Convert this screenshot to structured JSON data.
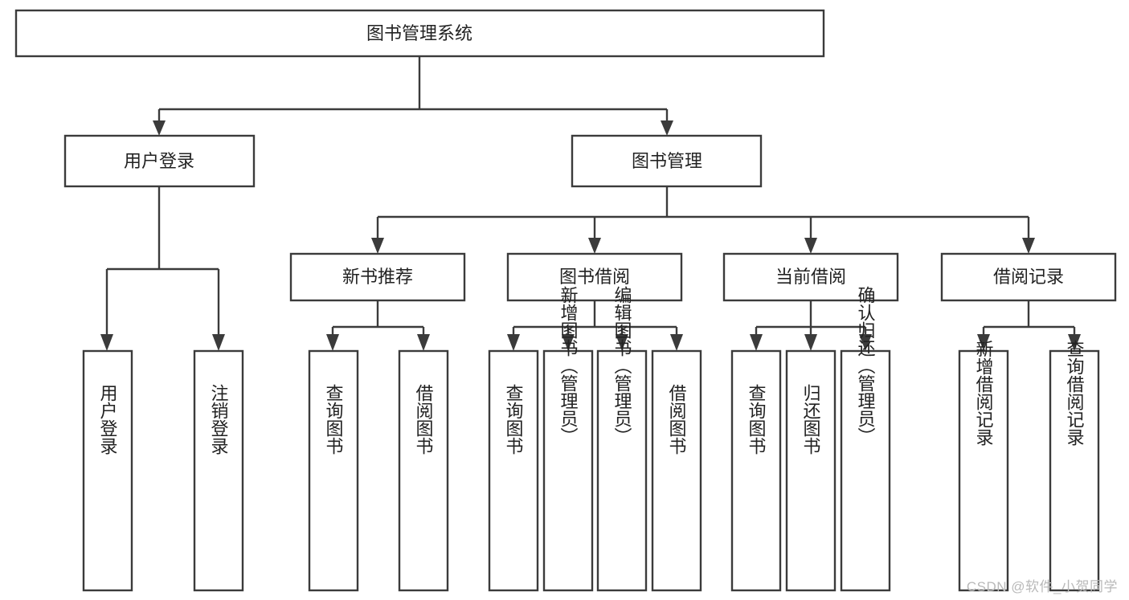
{
  "diagram": {
    "type": "tree",
    "title": "图书管理系统",
    "orientation": "top-down",
    "watermark": "CSDN @软件_小贺同学",
    "colors": {
      "box_stroke": "#3b3b3b",
      "box_fill": "#ffffff",
      "connector": "#3b3b3b",
      "text": "#222222",
      "background": "#ffffff",
      "watermark": "#b9b9b9"
    },
    "levels": {
      "root": {
        "label": "图书管理系统"
      },
      "level2": [
        {
          "label": "用户登录"
        },
        {
          "label": "图书管理"
        }
      ],
      "level3": [
        {
          "label": "新书推荐"
        },
        {
          "label": "图书借阅"
        },
        {
          "label": "当前借阅"
        },
        {
          "label": "借阅记录"
        }
      ]
    },
    "nodes": {
      "root": "图书管理系统",
      "user_login": "用户登录",
      "book_manage": "图书管理",
      "new_book_recommend": "新书推荐",
      "book_borrow": "图书借阅",
      "current_borrow": "当前借阅",
      "borrow_record": "借阅记录",
      "leaf_user_login": "用户登录",
      "leaf_logout_login": "注销登录",
      "leaf_query_book_1": "查询图书",
      "leaf_borrow_book_1": "借阅图书",
      "leaf_query_book_2": "查询图书",
      "leaf_add_book_admin": "新增图书（管理员）",
      "leaf_edit_book_admin": "编辑图书（管理员）",
      "leaf_borrow_book_2": "借阅图书",
      "leaf_query_book_3": "查询图书",
      "leaf_return_book": "归还图书",
      "leaf_confirm_return_admin": "确认归还（管理员）",
      "leaf_add_borrow_record": "新增借阅记录",
      "leaf_query_borrow_record": "查询借阅记录"
    },
    "edges": [
      {
        "from": "图书管理系统",
        "to": "用户登录"
      },
      {
        "from": "图书管理系统",
        "to": "图书管理"
      },
      {
        "from": "用户登录",
        "to": "用户登录"
      },
      {
        "from": "用户登录",
        "to": "注销登录"
      },
      {
        "from": "图书管理",
        "to": "新书推荐"
      },
      {
        "from": "图书管理",
        "to": "图书借阅"
      },
      {
        "from": "图书管理",
        "to": "当前借阅"
      },
      {
        "from": "图书管理",
        "to": "借阅记录"
      },
      {
        "from": "新书推荐",
        "to": "查询图书"
      },
      {
        "from": "新书推荐",
        "to": "借阅图书"
      },
      {
        "from": "图书借阅",
        "to": "查询图书"
      },
      {
        "from": "图书借阅",
        "to": "新增图书（管理员）"
      },
      {
        "from": "图书借阅",
        "to": "编辑图书（管理员）"
      },
      {
        "from": "图书借阅",
        "to": "借阅图书"
      },
      {
        "from": "当前借阅",
        "to": "查询图书"
      },
      {
        "from": "当前借阅",
        "to": "归还图书"
      },
      {
        "from": "当前借阅",
        "to": "确认归还（管理员）"
      },
      {
        "from": "借阅记录",
        "to": "新增借阅记录"
      },
      {
        "from": "借阅记录",
        "to": "查询借阅记录"
      }
    ]
  }
}
